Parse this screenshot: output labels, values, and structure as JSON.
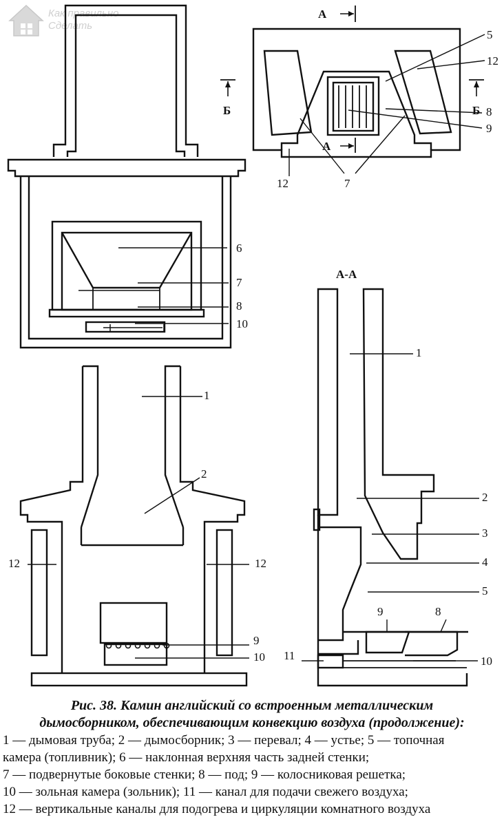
{
  "watermark": {
    "line1": "Как правильно",
    "line2": "Сделать"
  },
  "figures": {
    "top_right": {
      "section_a": "А",
      "section_b": "Б",
      "labels": {
        "n5": "5",
        "n12a": "12",
        "n8": "8",
        "n9": "9",
        "n12b": "12",
        "n7": "7"
      }
    },
    "front": {
      "labels": {
        "n6": "6",
        "n7": "7",
        "n8": "8",
        "n10": "10"
      }
    },
    "front_section": {
      "labels": {
        "n1": "1",
        "n2": "2",
        "n12l": "12",
        "n12r": "12",
        "n9": "9",
        "n10": "10"
      }
    },
    "side_section": {
      "title": "А-А",
      "labels": {
        "n1": "1",
        "n2": "2",
        "n3": "3",
        "n4": "4",
        "n5": "5",
        "n9": "9",
        "n8": "8",
        "n11": "11",
        "n10": "10"
      }
    }
  },
  "caption": {
    "title_line1": "Рис. 38. Камин английский со встроенным металлическим",
    "title_line2": "дымосборником, обеспечивающим конвекцию воздуха (продолжение):",
    "legend": [
      "1 — дымовая труба; 2 — дымосборник; 3 — перевал; 4 — устье; 5 — топочная",
      "камера (топливник); 6 — наклонная верхняя часть задней стенки;",
      "7 — подвернутые боковые стенки; 8 — под; 9 — колосниковая решетка;",
      "10 — зольная камера (зольник); 11 — канал для подачи свежего воздуха;",
      "12 — вертикальные каналы для подогрева и циркуляции комнатного воздуха"
    ]
  }
}
